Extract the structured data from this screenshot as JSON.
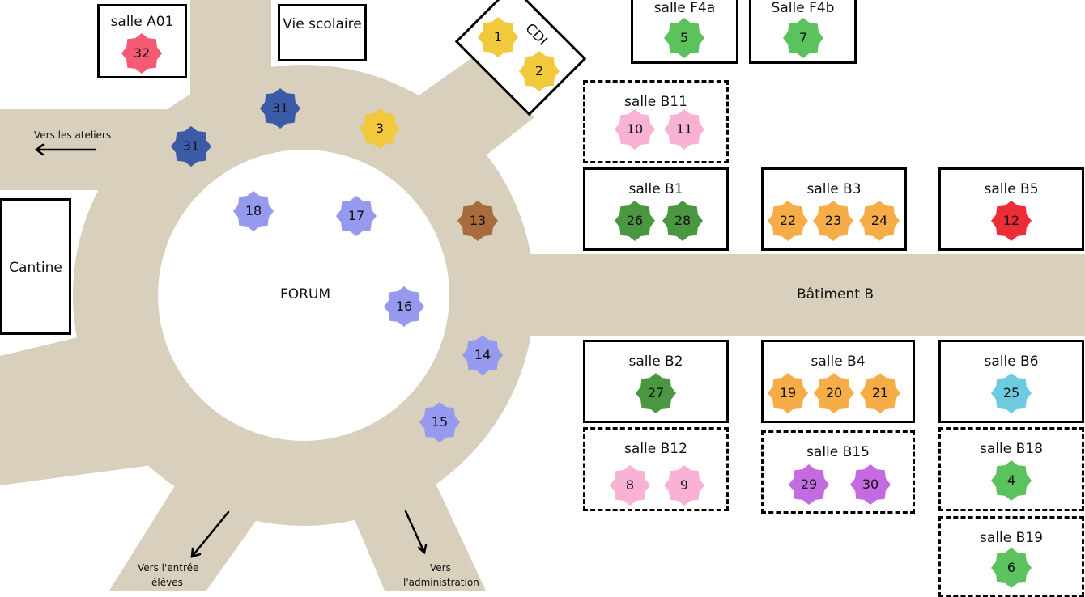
{
  "colors": {
    "road": "#d8cfbd",
    "pink_red": "#f45b73",
    "dark_blue": "#3b5ba6",
    "yellow": "#f2c93c",
    "green": "#5cc25d",
    "dark_green": "#4b9641",
    "light_pink": "#f9b2d4",
    "orange": "#f6ad48",
    "red": "#ec2d35",
    "periwinkle": "#959aef",
    "brown": "#a86b3c",
    "light_blue": "#6ccbe0",
    "purple": "#c46be2"
  },
  "labels": {
    "forum": "FORUM",
    "batiment_b": "Bâtiment B",
    "vers_ateliers": "Vers les ateliers",
    "vers_entree_l1": "Vers l'entrée",
    "vers_entree_l2": "élèves",
    "vers_admin_l1": "Vers",
    "vers_admin_l2": "l'administration"
  },
  "rooms": [
    {
      "id": "a01",
      "label": "salle A01"
    },
    {
      "id": "vie",
      "label": "Vie scolaire"
    },
    {
      "id": "cdi",
      "label": "CDI"
    },
    {
      "id": "f4a",
      "label": "salle F4a"
    },
    {
      "id": "f4b",
      "label": "Salle F4b"
    },
    {
      "id": "cantine",
      "label": "Cantine"
    },
    {
      "id": "b11",
      "label": "salle B11"
    },
    {
      "id": "b1",
      "label": "salle B1"
    },
    {
      "id": "b3",
      "label": "salle B3"
    },
    {
      "id": "b5",
      "label": "salle B5"
    },
    {
      "id": "b2",
      "label": "salle B2"
    },
    {
      "id": "b4",
      "label": "salle B4"
    },
    {
      "id": "b6",
      "label": "salle B6"
    },
    {
      "id": "b12",
      "label": "salle B12"
    },
    {
      "id": "b15",
      "label": "salle B15"
    },
    {
      "id": "b18",
      "label": "salle B18"
    },
    {
      "id": "b19",
      "label": "salle B19"
    }
  ],
  "badges": [
    {
      "n": "32",
      "color": "pink_red"
    },
    {
      "n": "31",
      "color": "dark_blue"
    },
    {
      "n": "31",
      "color": "dark_blue"
    },
    {
      "n": "3",
      "color": "yellow"
    },
    {
      "n": "1",
      "color": "yellow"
    },
    {
      "n": "2",
      "color": "yellow"
    },
    {
      "n": "5",
      "color": "green"
    },
    {
      "n": "7",
      "color": "green"
    },
    {
      "n": "10",
      "color": "light_pink"
    },
    {
      "n": "11",
      "color": "light_pink"
    },
    {
      "n": "26",
      "color": "dark_green"
    },
    {
      "n": "28",
      "color": "dark_green"
    },
    {
      "n": "22",
      "color": "orange"
    },
    {
      "n": "23",
      "color": "orange"
    },
    {
      "n": "24",
      "color": "orange"
    },
    {
      "n": "12",
      "color": "red"
    },
    {
      "n": "18",
      "color": "periwinkle"
    },
    {
      "n": "17",
      "color": "periwinkle"
    },
    {
      "n": "13",
      "color": "brown"
    },
    {
      "n": "16",
      "color": "periwinkle"
    },
    {
      "n": "14",
      "color": "periwinkle"
    },
    {
      "n": "15",
      "color": "periwinkle"
    },
    {
      "n": "27",
      "color": "dark_green"
    },
    {
      "n": "19",
      "color": "orange"
    },
    {
      "n": "20",
      "color": "orange"
    },
    {
      "n": "21",
      "color": "orange"
    },
    {
      "n": "25",
      "color": "light_blue"
    },
    {
      "n": "8",
      "color": "light_pink"
    },
    {
      "n": "9",
      "color": "light_pink"
    },
    {
      "n": "29",
      "color": "purple"
    },
    {
      "n": "30",
      "color": "purple"
    },
    {
      "n": "4",
      "color": "green"
    },
    {
      "n": "6",
      "color": "green"
    }
  ]
}
